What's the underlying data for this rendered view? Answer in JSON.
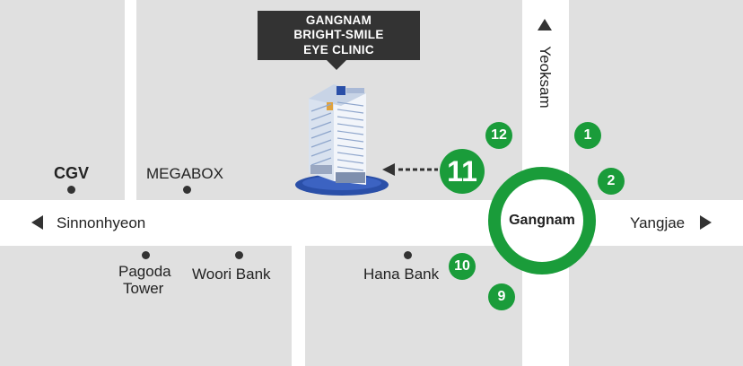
{
  "callout": {
    "line1": "GANGNAM",
    "line2": "BRIGHT-SMILE",
    "line3": "EYE CLINIC"
  },
  "station": {
    "name": "Gangnam"
  },
  "directions": {
    "left": "Sinnonhyeon",
    "right": "Yangjae",
    "up": "Yeoksam"
  },
  "landmarks": {
    "cgv": "CGV",
    "megabox": "MEGABOX",
    "pagoda_line1": "Pagoda",
    "pagoda_line2": "Tower",
    "woori": "Woori Bank",
    "hana": "Hana Bank"
  },
  "exits": {
    "e1": "1",
    "e2": "2",
    "e9": "9",
    "e10": "10",
    "e11": "11",
    "e12": "12"
  },
  "colors": {
    "exit_green": "#1a9c3a",
    "block_gray": "#e0e0e0",
    "callout_dark": "#333333",
    "building_blue": "#2a4fa8"
  },
  "icons": {
    "building": "office-building-icon",
    "pointer": "dashed-left-arrow-icon"
  }
}
